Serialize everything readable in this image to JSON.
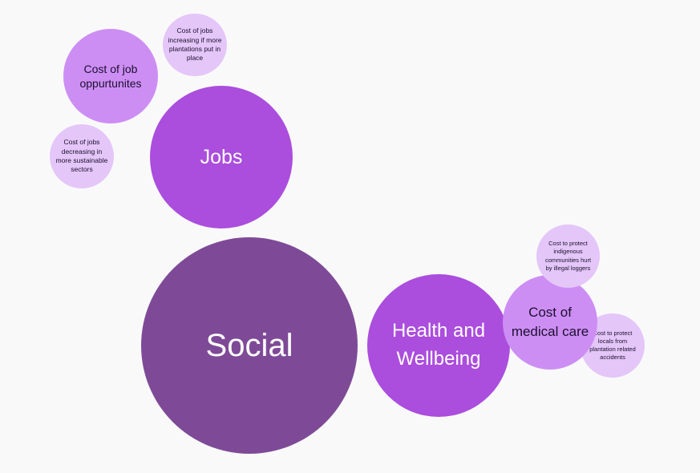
{
  "colors": {
    "background": "#f9f9fa",
    "dark_purple": "#7e4a97",
    "medium_purple": "#ab4ddd",
    "light_purple": "#cd8ef4",
    "pale_purple": "#e4c6f8"
  },
  "nodes": {
    "social": {
      "label": "Social",
      "color": "#7e4a97"
    },
    "jobs": {
      "label": "Jobs",
      "color": "#ab4ddd"
    },
    "health": {
      "label": "Health and Wellbeing",
      "color": "#ab4ddd"
    },
    "job_opportunities": {
      "label": "Cost of job oppurtunites",
      "color": "#cd8ef4"
    },
    "jobs_increasing": {
      "label": "Cost of jobs increasing if more plantations put in place",
      "color": "#e4c6f8"
    },
    "jobs_decreasing": {
      "label": "Cost of jobs decreasing in more sustainable sectors",
      "color": "#e4c6f8"
    },
    "medical_care": {
      "label": "Cost of medical care",
      "color": "#cd8ef4"
    },
    "indigenous": {
      "label": "Cost to protect indigenous communities hurt by illegal loggers",
      "color": "#e4c6f8"
    },
    "locals": {
      "label": "Cost to protect locals from plantation related accidents",
      "color": "#e4c6f8"
    }
  }
}
